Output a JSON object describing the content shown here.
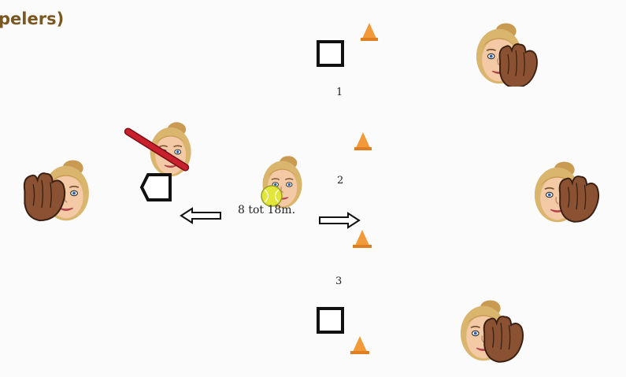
{
  "header": {
    "title": "pelers)"
  },
  "zones": {
    "zone_1": "1",
    "zone_2": "2",
    "zone_3": "3"
  },
  "distance_label": "8 tot 18m.",
  "colors": {
    "title": "#7a5620",
    "cone": "#f29a3a",
    "bat": "#c8202c",
    "ball": "#e3e63a",
    "glove": "#8a5232",
    "hair": "#d9b56e",
    "skin": "#f4c9a6"
  },
  "icons": {
    "player": "player-face-icon",
    "fielder": "fielder-with-glove-icon",
    "batter": "batter-with-bat-icon",
    "pitcher": "pitcher-with-ball-icon",
    "base": "base-square-icon",
    "home_plate": "home-plate-icon",
    "cone": "cone-icon",
    "arrow_left": "arrow-left-icon",
    "arrow_right": "arrow-right-icon"
  }
}
